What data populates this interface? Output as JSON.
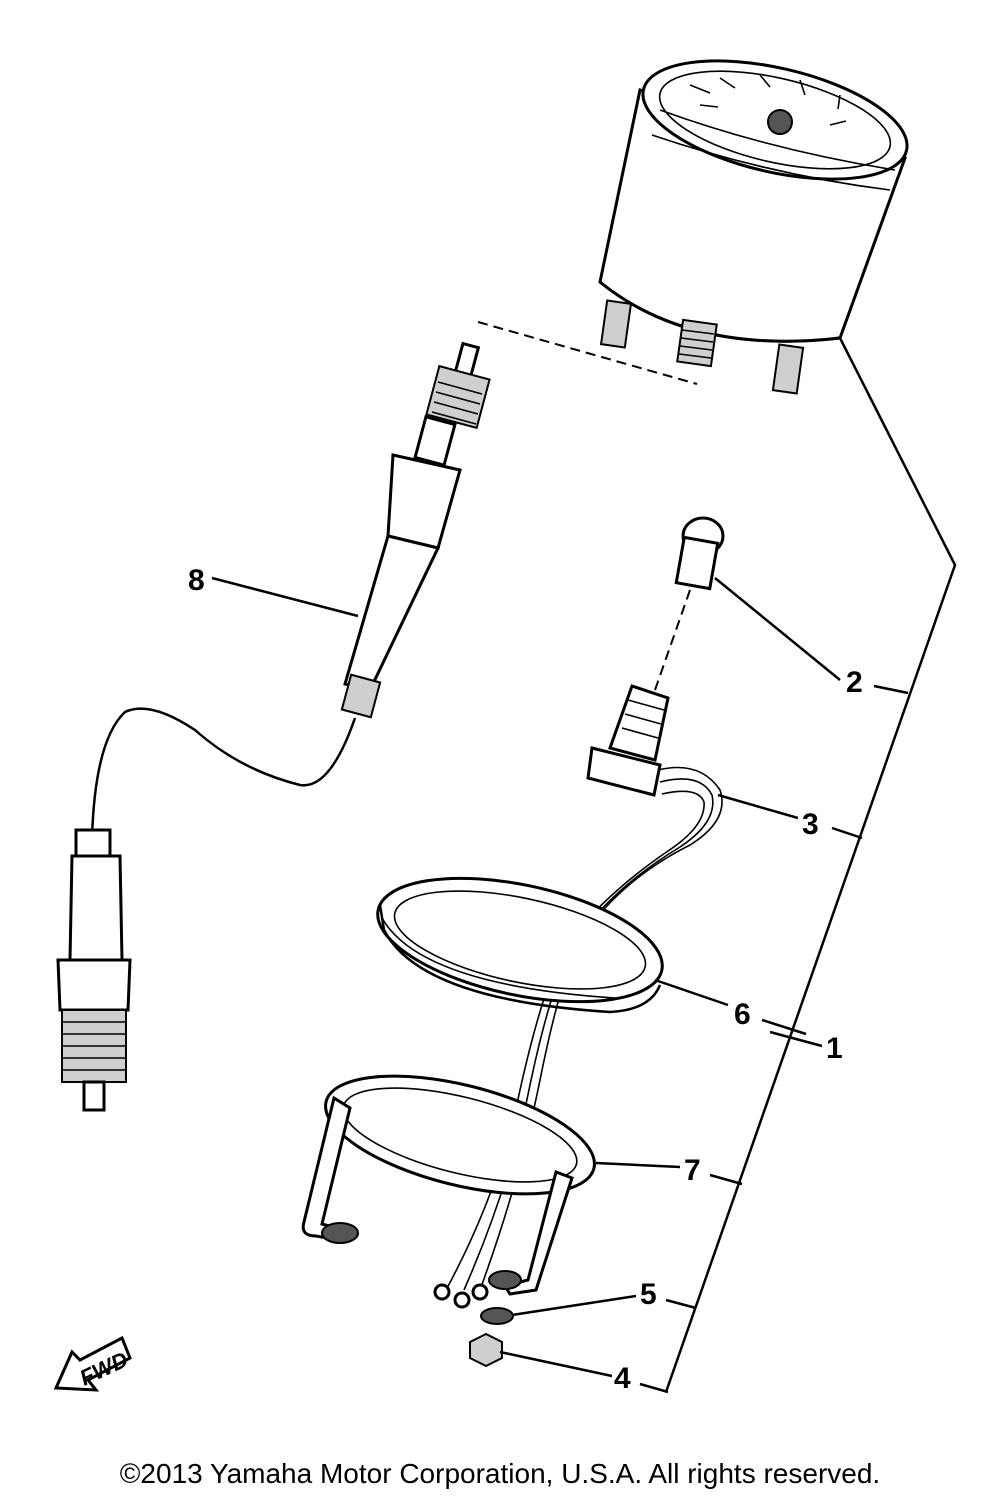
{
  "diagram": {
    "callouts": {
      "c1": "1",
      "c2": "2",
      "c3": "3",
      "c4": "4",
      "c5": "5",
      "c6": "6",
      "c7": "7",
      "c8": "8"
    },
    "fwd_label": "FWD"
  },
  "footer": {
    "copyright": "©2013 Yamaha Motor Corporation, U.S.A. All rights reserved."
  }
}
